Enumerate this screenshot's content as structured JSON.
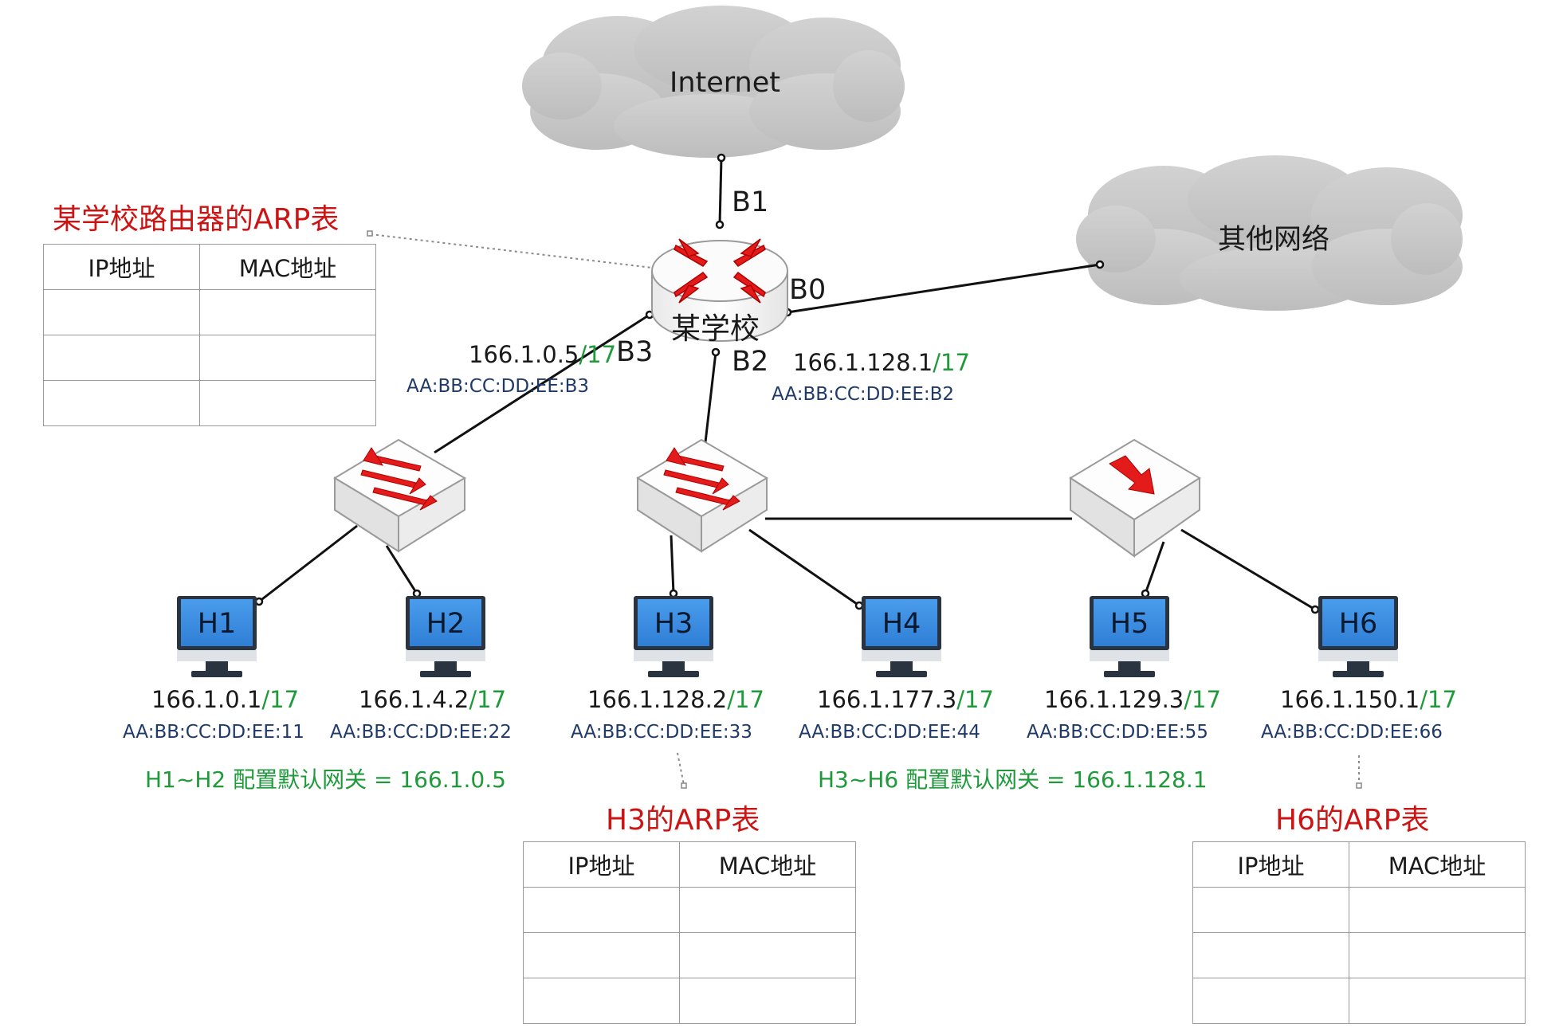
{
  "clouds": {
    "internet": "Internet",
    "other": "其他网络"
  },
  "router": {
    "name": "某学校",
    "ports": {
      "b0": "B0",
      "b1": "B1",
      "b2": "B2",
      "b3": "B3"
    },
    "b3_ip": "166.1.0.5",
    "b3_mask": "/17",
    "b3_mac": "AA:BB:CC:DD:EE:B3",
    "b2_ip": "166.1.128.1",
    "b2_mask": "/17",
    "b2_mac": "AA:BB:CC:DD:EE:B2"
  },
  "router_arp": {
    "title": "某学校路由器的ARP表",
    "col_ip": "IP地址",
    "col_mac": "MAC地址"
  },
  "hosts": [
    {
      "name": "H1",
      "ip": "166.1.0.1",
      "mask": "/17",
      "mac": "AA:BB:CC:DD:EE:11"
    },
    {
      "name": "H2",
      "ip": "166.1.4.2",
      "mask": "/17",
      "mac": "AA:BB:CC:DD:EE:22"
    },
    {
      "name": "H3",
      "ip": "166.1.128.2",
      "mask": "/17",
      "mac": "AA:BB:CC:DD:EE:33"
    },
    {
      "name": "H4",
      "ip": "166.1.177.3",
      "mask": "/17",
      "mac": "AA:BB:CC:DD:EE:44"
    },
    {
      "name": "H5",
      "ip": "166.1.129.3",
      "mask": "/17",
      "mac": "AA:BB:CC:DD:EE:55"
    },
    {
      "name": "H6",
      "ip": "166.1.150.1",
      "mask": "/17",
      "mac": "AA:BB:CC:DD:EE:66"
    }
  ],
  "notes": {
    "gateway_h1_h2": "H1~H2 配置默认网关 = 166.1.0.5",
    "gateway_h3_h6": "H3~H6 配置默认网关 = 166.1.128.1"
  },
  "h3_arp": {
    "title": "H3的ARP表",
    "col_ip": "IP地址",
    "col_mac": "MAC地址"
  },
  "h6_arp": {
    "title": "H6的ARP表",
    "col_ip": "IP地址",
    "col_mac": "MAC地址"
  },
  "colors": {
    "mask_green": "#1e9a3a",
    "title_red": "#cc1414",
    "mac_navy": "#1f3a68",
    "monitor_blue": "#3d8fe0",
    "cloud_gray": "#c8c8c8"
  }
}
